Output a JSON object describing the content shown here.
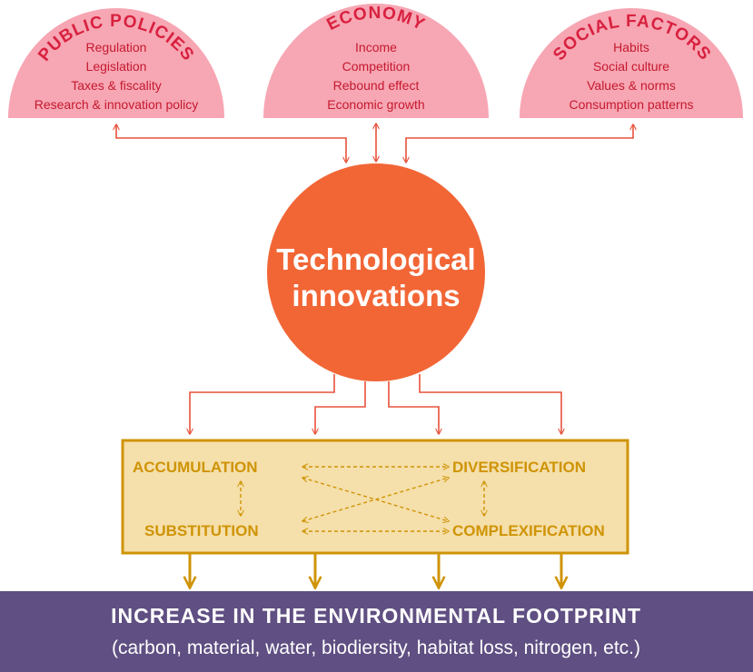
{
  "domes": [
    {
      "title": "PUBLIC POLICIES",
      "items": [
        "Regulation",
        "Legislation",
        "Taxes & fiscality",
        "Research & innovation policy"
      ]
    },
    {
      "title": "ECONOMY",
      "items": [
        "Income",
        "Competition",
        "Rebound effect",
        "Economic growth"
      ]
    },
    {
      "title": "SOCIAL FACTORS",
      "items": [
        "Habits",
        "Social culture",
        "Values & norms",
        "Consumption patterns"
      ]
    }
  ],
  "center": {
    "line1": "Technological",
    "line2": "innovations"
  },
  "mechanisms": {
    "accumulation": "ACCUMULATION",
    "diversification": "DIVERSIFICATION",
    "substitution": "SUBSTITUTION",
    "complexification": "COMPLEXIFICATION"
  },
  "footprint": {
    "title": "INCREASE IN THE ENVIRONMENTAL FOOTPRINT",
    "subtitle": "(carbon, material, water, biodiersity, habitat loss, nitrogen, etc.)"
  },
  "colors": {
    "dome_fill": "#f7a6b3",
    "dome_text": "#c4192f",
    "dome_title": "#d8213f",
    "circle_fill": "#f26636",
    "red_arrow": "#e8513a",
    "box_fill": "#f5dfaa",
    "box_border": "#cf9406",
    "gold_text": "#cf9406",
    "footer_fill": "#5f4f82"
  }
}
